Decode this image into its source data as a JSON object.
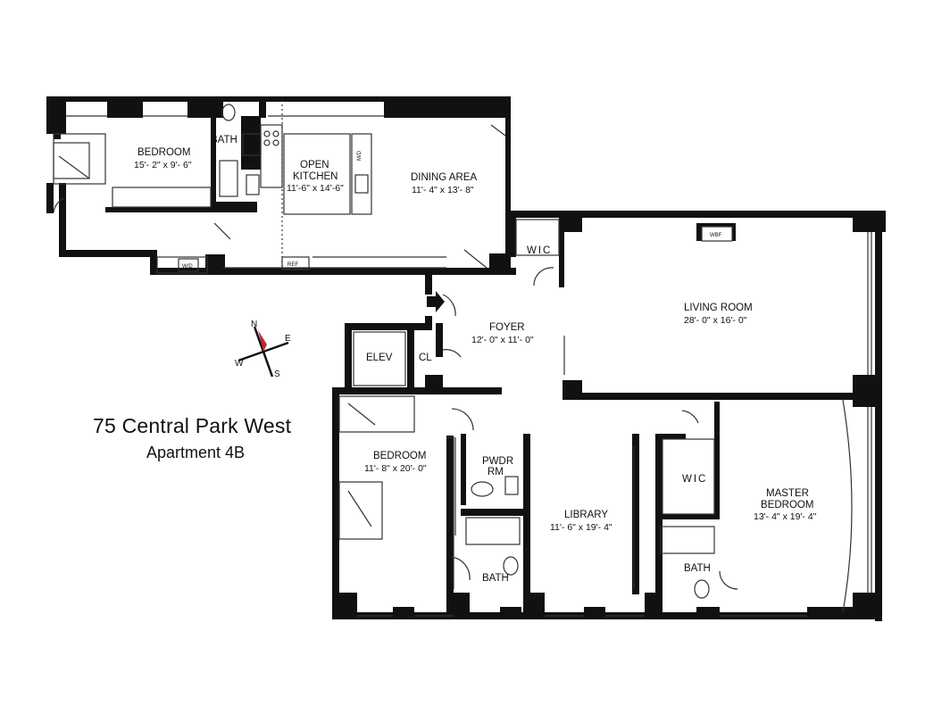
{
  "address": "75 Central Park West",
  "unit": "Apartment 4B",
  "compass": {
    "n": "N",
    "e": "E",
    "s": "S",
    "w": "W"
  },
  "rooms": {
    "bedroom1": {
      "name": "BEDROOM",
      "dims": "15'- 2\" x 9'- 6\""
    },
    "bath1": {
      "name": "BATH"
    },
    "kitchen": {
      "name1": "OPEN",
      "name2": "KITCHEN",
      "dims": "11'-6\" x 14'-6\""
    },
    "dining": {
      "name": "DINING AREA",
      "dims": "11'- 4\" x 13'- 8\""
    },
    "wic1": {
      "name": "WIC"
    },
    "living": {
      "name": "LIVING ROOM",
      "dims": "28'- 0\" x 16'- 0\""
    },
    "foyer": {
      "name": "FOYER",
      "dims": "12'- 0\" x 11'- 0\""
    },
    "elev": {
      "name": "ELEV"
    },
    "cl": {
      "name": "CL"
    },
    "bedroom2": {
      "name": "BEDROOM",
      "dims": "11'- 8\" x 20'- 0\""
    },
    "pwdr": {
      "name1": "PWDR",
      "name2": "RM"
    },
    "library": {
      "name": "LIBRARY",
      "dims": "11'- 6\" x 19'- 4\""
    },
    "bath2": {
      "name": "BATH"
    },
    "wic2": {
      "name": "WIC"
    },
    "master": {
      "name1": "MASTER",
      "name2": "BEDROOM",
      "dims": "13'- 4\" x 19'- 4\""
    },
    "bath3": {
      "name": "BATH"
    }
  },
  "fixtures": {
    "wbf": "WBF",
    "wd": "W/D",
    "ref": "REF",
    "mw": "M/D"
  }
}
